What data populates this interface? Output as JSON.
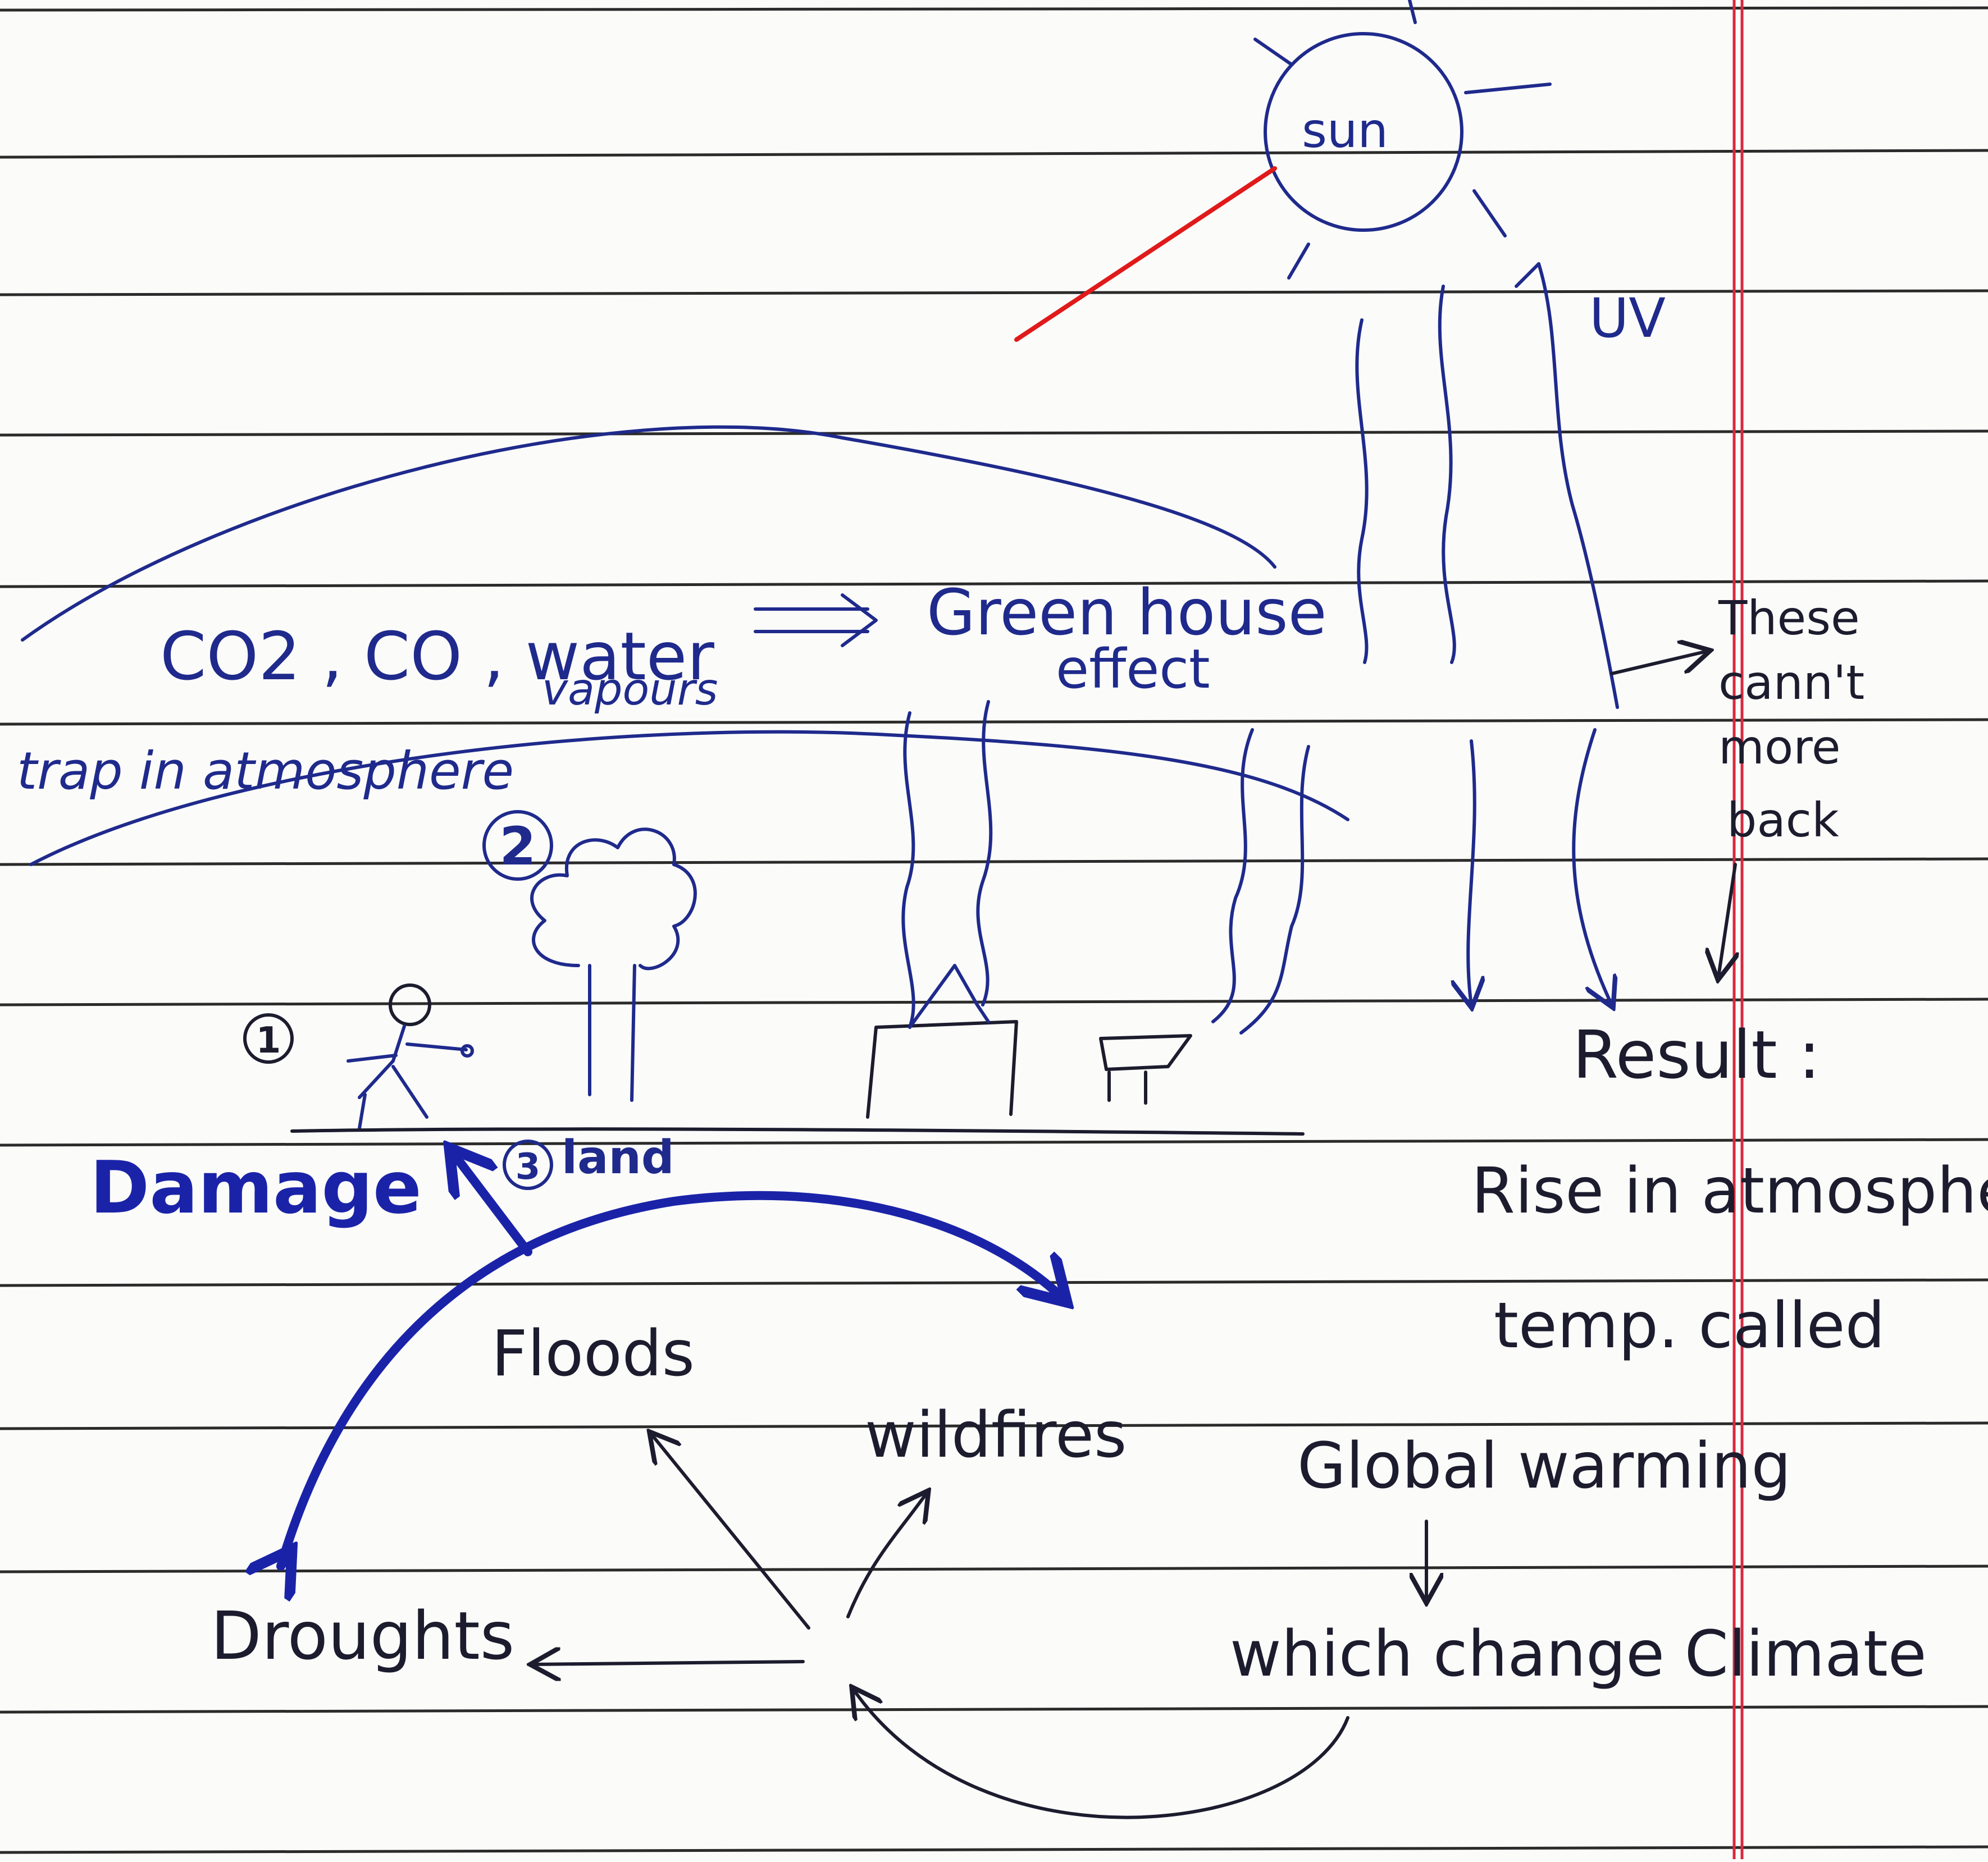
{
  "sun": {
    "label": "sun"
  },
  "rays": {
    "label": "UV"
  },
  "gases": {
    "line1": "CO2 , CO , water",
    "line2": "vapours",
    "line3": "trap in atmosphere"
  },
  "effect": {
    "line1": "Green house",
    "line2": "effect"
  },
  "side_note": {
    "line1": "These",
    "line2": "cann't",
    "line3": "more",
    "line4": "back"
  },
  "markers": {
    "one": "1",
    "two": "2",
    "three": "3"
  },
  "land_label": "land",
  "damage_label": "Damage",
  "result": {
    "heading": "Result :",
    "line1": "Rise in atmosphere",
    "line2": "temp. called",
    "line3": "Global warming",
    "line4": "which change Climate"
  },
  "consequences": {
    "floods": "Floods",
    "wildfires": "wildfires",
    "droughts": "Droughts"
  },
  "colors": {
    "ink_blue": "#1f2a8c",
    "ink_bold_blue": "#1a23a8",
    "ink_black": "#1c1c2e",
    "red_margin": "#d8293f",
    "red_pen": "#e01a1a"
  }
}
